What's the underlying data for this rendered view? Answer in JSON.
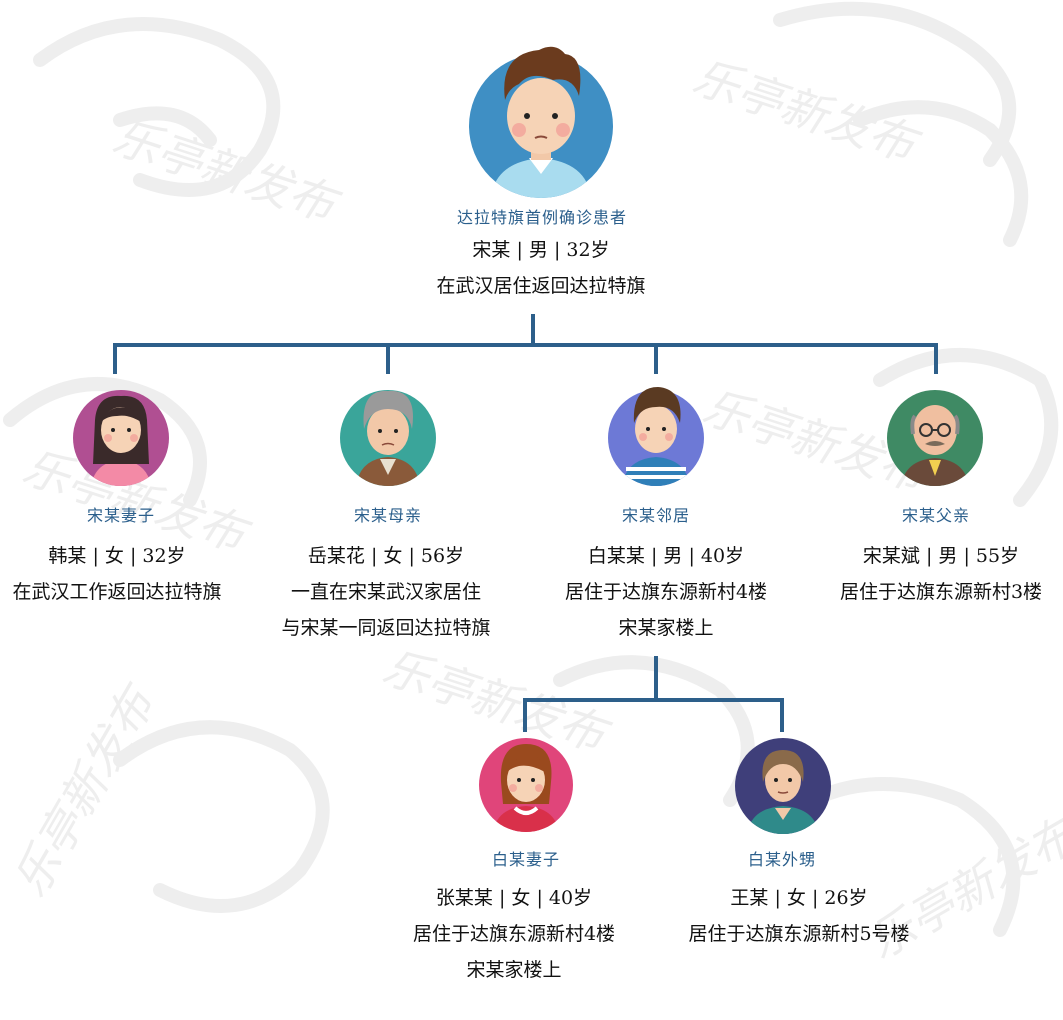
{
  "colors": {
    "line": "#2d5f8a",
    "role_text": "#2b5f8c",
    "info_text": "#111111",
    "watermark": "#eeeeee"
  },
  "watermark": {
    "text": "乐亭新发布",
    "icon": "dragon-watermark-icon"
  },
  "root": {
    "role": "达拉特旗首例确诊患者",
    "name_line": "宋某 | 男 | 32岁",
    "lines": [
      "在武汉居住返回达拉特旗"
    ],
    "avatar": "young-man-avatar-icon",
    "avatar_bg": "#3f8fc4"
  },
  "children": [
    {
      "role": "宋某妻子",
      "name_line": "韩某 | 女 | 32岁",
      "lines": [
        "在武汉工作返回达拉特旗"
      ],
      "avatar": "woman-avatar-icon",
      "avatar_bg": "#b04f92"
    },
    {
      "role": "宋某母亲",
      "name_line": "岳某花 | 女 | 56岁",
      "lines": [
        "一直在宋某武汉家居住",
        "与宋某一同返回达拉特旗"
      ],
      "avatar": "elderly-woman-avatar-icon",
      "avatar_bg": "#3aa59a"
    },
    {
      "role": "宋某邻居",
      "name_line": "白某某 | 男 | 40岁",
      "lines": [
        "居住于达旗东源新村4楼",
        "宋某家楼上"
      ],
      "avatar": "man-avatar-icon",
      "avatar_bg": "#6d79d6"
    },
    {
      "role": "宋某父亲",
      "name_line": "宋某斌 | 男 | 55岁",
      "lines": [
        "居住于达旗东源新村3楼"
      ],
      "avatar": "elderly-man-avatar-icon",
      "avatar_bg": "#3f8a64"
    }
  ],
  "grandchildren": [
    {
      "role": "白某妻子",
      "name_line": "张某某 | 女 | 40岁",
      "lines": [
        "居住于达旗东源新村4楼",
        "宋某家楼上"
      ],
      "avatar": "girl-avatar-icon",
      "avatar_bg": "#e0457a"
    },
    {
      "role": "白某外甥",
      "name_line": "王某 | 女 | 26岁",
      "lines": [
        "居住于达旗东源新村5号楼"
      ],
      "avatar": "young-woman-avatar-icon",
      "avatar_bg": "#3f3f7a"
    }
  ]
}
